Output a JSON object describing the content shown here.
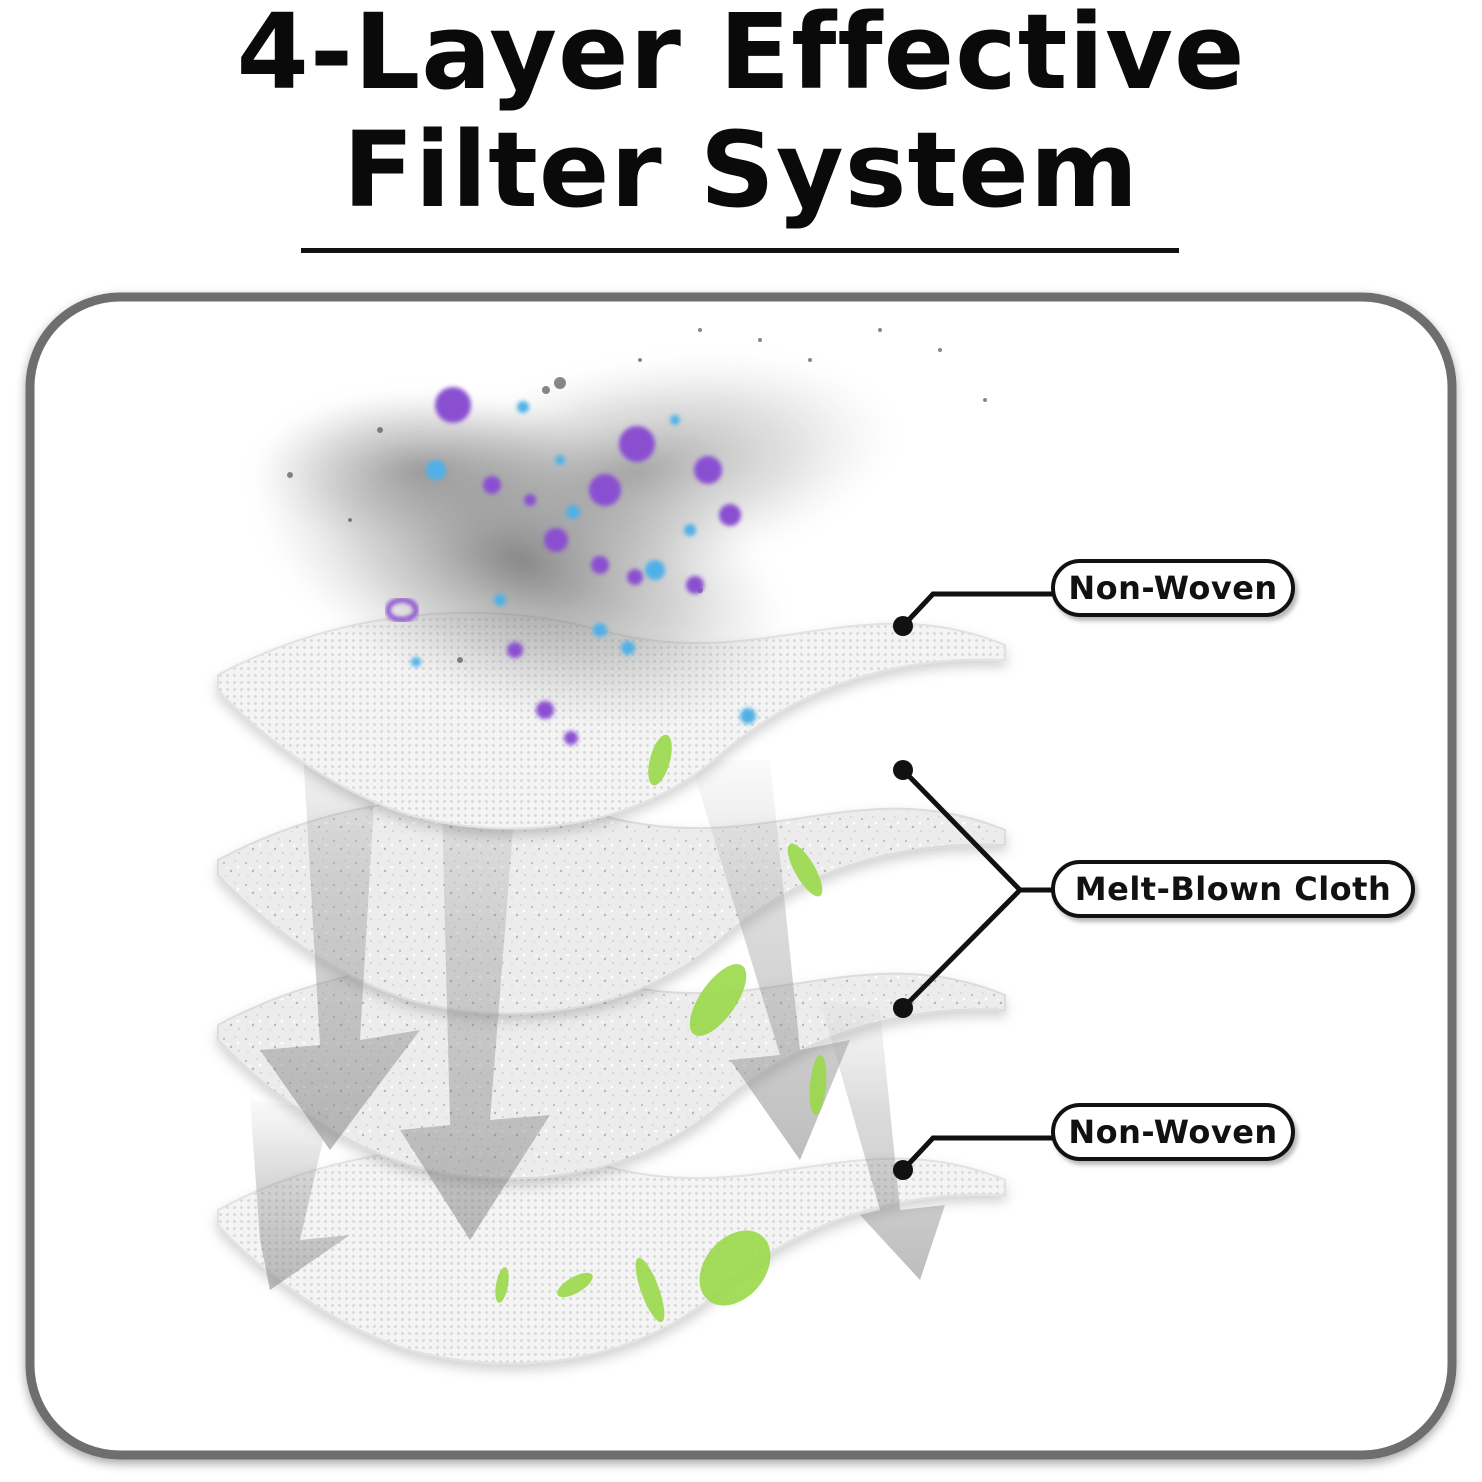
{
  "header": {
    "title_line1": "4-Layer Effective",
    "title_line2": "Filter System"
  },
  "labels": {
    "layer_top": "Non-Woven",
    "layer_middle": "Melt-Blown Cloth",
    "layer_bottom": "Non-Woven"
  },
  "colors": {
    "frame": "#6e6e6e",
    "particle_purple": "#8a4fd1",
    "particle_blue": "#4fb0e8",
    "leaf_green": "#9ad94a",
    "ink": "#111111"
  }
}
